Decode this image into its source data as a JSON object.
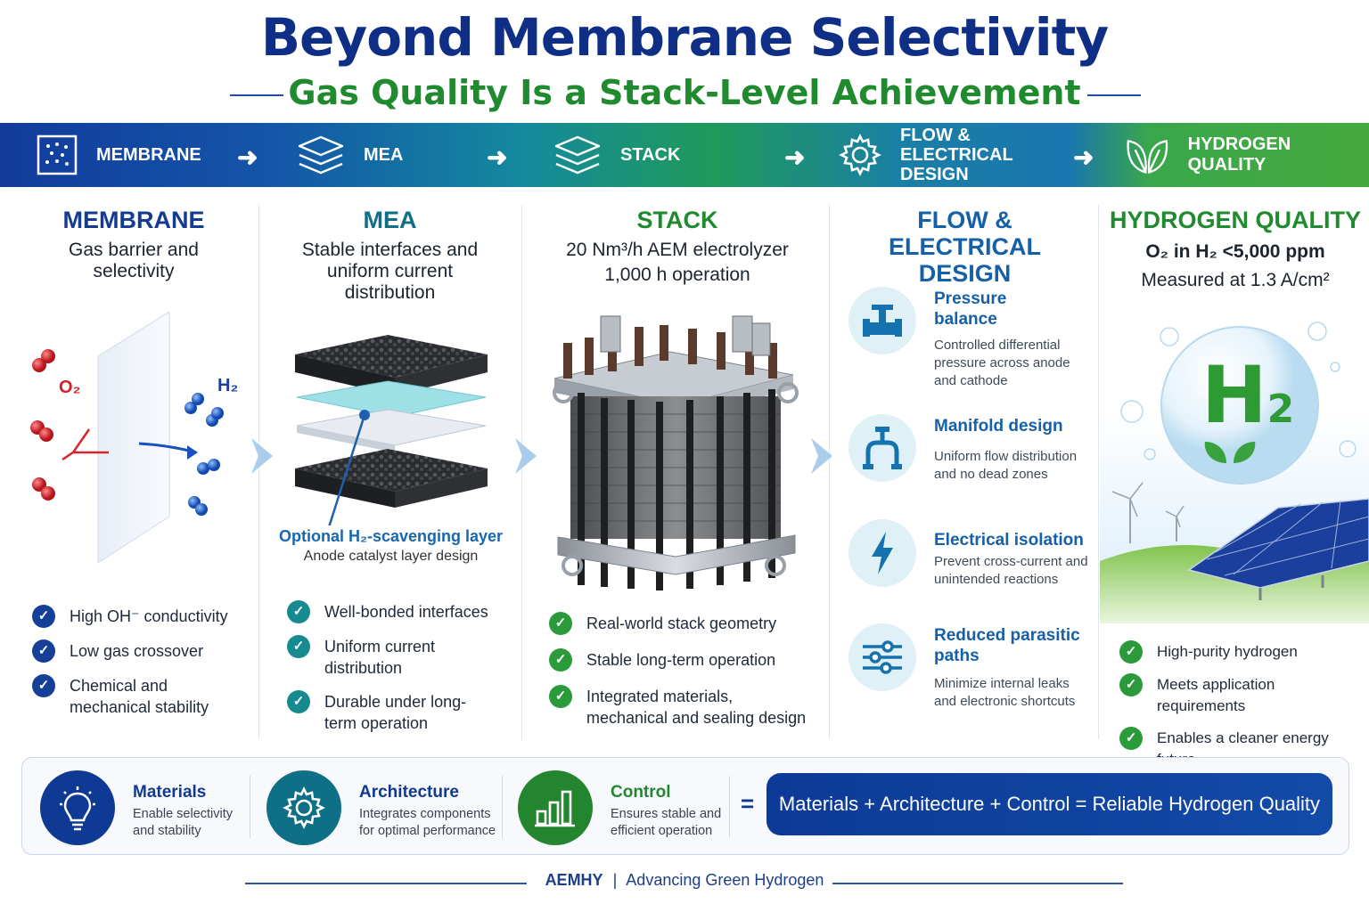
{
  "header": {
    "title": "Beyond Membrane Selectivity",
    "subtitle": "Gas Quality Is a Stack-Level Achievement"
  },
  "banner": {
    "items": [
      {
        "label": "MEMBRANE",
        "icon": "membrane-grid-icon"
      },
      {
        "label": "MEA",
        "icon": "layers-icon"
      },
      {
        "label": "STACK",
        "icon": "layers-icon"
      },
      {
        "label": "FLOW & ELECTRICAL DESIGN",
        "icon": "gear-icon"
      },
      {
        "label": "HYDROGEN QUALITY",
        "icon": "leaf-icon"
      }
    ],
    "arrow": "➜"
  },
  "membrane": {
    "title": "MEMBRANE",
    "subtitle": "Gas barrier and selectivity",
    "o2_label": "O₂",
    "h2_label": "H₂",
    "checks": [
      "High OH⁻ conductivity",
      "Low gas crossover",
      "Chemical and mechanical stability"
    ]
  },
  "mea": {
    "title": "MEA",
    "subtitle": "Stable interfaces and uniform current distribution",
    "layer_label": "Optional H₂-scavenging layer",
    "layer_sub": "Anode catalyst layer design",
    "checks": [
      "Well-bonded interfaces",
      "Uniform current distribution",
      "Durable under long-term operation"
    ]
  },
  "stack": {
    "title": "STACK",
    "subtitle_1": "20 Nm³/h AEM electrolyzer",
    "subtitle_2": "1,000 h operation",
    "checks": [
      "Real-world stack geometry",
      "Stable long-term operation",
      "Integrated materials, mechanical and sealing design"
    ]
  },
  "flow": {
    "title": "FLOW & ELECTRICAL DESIGN",
    "items": [
      {
        "title": "Pressure balance",
        "desc": "Controlled differential pressure across anode and cathode",
        "icon": "valve-icon"
      },
      {
        "title": "Manifold design",
        "desc": "Uniform flow distribution and no dead zones",
        "icon": "pipe-icon"
      },
      {
        "title": "Electrical isolation",
        "desc": "Prevent cross-current and unintended reactions",
        "icon": "lightning-icon"
      },
      {
        "title": "Reduced parasitic paths",
        "desc": "Minimize internal leaks and electronic shortcuts",
        "icon": "sliders-icon"
      }
    ]
  },
  "hydrogen": {
    "title": "HYDROGEN QUALITY",
    "metric": "O₂ in H₂ <5,000 ppm",
    "measured": "Measured at 1.3 A/cm²",
    "symbol": "H",
    "symbol_sub": "2",
    "checks": [
      "High-purity hydrogen",
      "Meets application requirements",
      "Enables a cleaner energy future"
    ]
  },
  "pillars": [
    {
      "title": "Materials",
      "desc_1": "Enable selectivity",
      "desc_2": "and stability",
      "color": "#0f3a93",
      "icon": "lightbulb-icon"
    },
    {
      "title": "Architecture",
      "desc_1": "Integrates components",
      "desc_2": "for optimal performance",
      "color": "#0f6f86",
      "icon": "gear-icon"
    },
    {
      "title": "Control",
      "desc_1": "Ensures stable and",
      "desc_2": "efficient operation",
      "color": "#23862f",
      "icon": "bar-chart-icon"
    }
  ],
  "equation": {
    "equals": "=",
    "text": "Materials + Architecture + Control = Reliable Hydrogen Quality"
  },
  "footer": {
    "brand": "AEMHY",
    "separator": "|",
    "tagline": "Advancing Green Hydrogen"
  },
  "colors": {
    "navy": "#0f2f86",
    "green": "#1f8a2e",
    "teal": "#0f6f86",
    "check_blue": "#163f98",
    "check_teal": "#168a8f",
    "check_green": "#2a9a3a"
  }
}
